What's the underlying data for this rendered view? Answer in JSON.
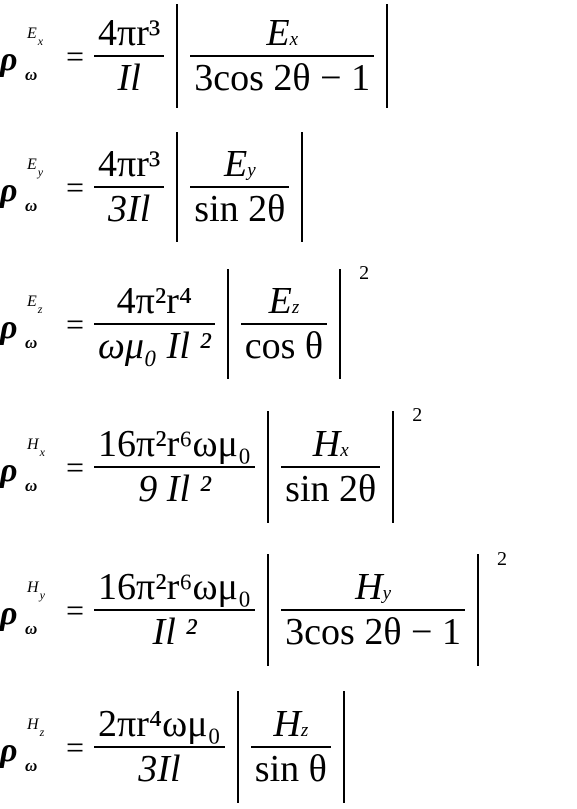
{
  "equations": [
    {
      "sup_letter": "E",
      "sup_sub": "x",
      "num": "4πr³",
      "den": "Il",
      "inner_num_letter": "E",
      "inner_num_sub": "x",
      "inner_den": "3cos 2θ − 1",
      "power": ""
    },
    {
      "sup_letter": "E",
      "sup_sub": "y",
      "num": "4πr³",
      "den": "3Il",
      "inner_num_letter": "E",
      "inner_num_sub": "y",
      "inner_den": "sin 2θ",
      "power": ""
    },
    {
      "sup_letter": "E",
      "sup_sub": "z",
      "num": "4π²r⁴",
      "den": "ωμ₀ Il ²",
      "inner_num_letter": "E",
      "inner_num_sub": "z",
      "inner_den": "cos θ",
      "power": "2"
    },
    {
      "sup_letter": "H",
      "sup_sub": "x",
      "num": "16π²r⁶ωμ₀",
      "den": "9 Il ²",
      "inner_num_letter": "H",
      "inner_num_sub": "x",
      "inner_den": "sin 2θ",
      "power": "2"
    },
    {
      "sup_letter": "H",
      "sup_sub": "y",
      "num": "16π²r⁶ωμ₀",
      "den": "Il ²",
      "inner_num_letter": "H",
      "inner_num_sub": "y",
      "inner_den": "3cos 2θ − 1",
      "power": "2"
    },
    {
      "sup_letter": "H",
      "sup_sub": "z",
      "num": "2πr⁴ωμ₀",
      "den": "3Il",
      "inner_num_letter": "H",
      "inner_num_sub": "z",
      "inner_den": "sin θ",
      "power": ""
    }
  ],
  "symbols": {
    "rho": "ρ",
    "omega": "ω",
    "equals": "="
  }
}
